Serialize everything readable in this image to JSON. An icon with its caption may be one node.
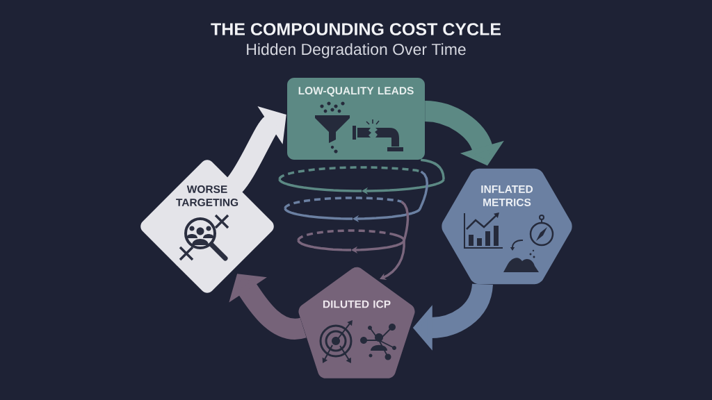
{
  "diagram": {
    "title": "THE COMPOUNDING COST CYCLE",
    "nodes": [
      {
        "text": [
          "LOW-QUALITY LEADS"
        ]
      },
      {
        "text": [
          "WORSE TARGETING"
        ]
      },
      {
        "text": [
          "INFLATED METRICS"
        ]
      },
      {
        "text": [
          "DILUTED ICP"
        ]
      }
    ],
    "edges": [
      {
        "from": 0,
        "to": 2,
        "arrow": "to",
        "color": "#5c8984"
      },
      {
        "from": 2,
        "to": 3,
        "arrow": "to",
        "color": "#6b80a2"
      },
      {
        "from": 3,
        "to": 1,
        "arrow": "to",
        "color": "#766379"
      },
      {
        "from": 1,
        "to": 0,
        "arrow": "to",
        "color": "#e4e4e9"
      },
      {
        "from": 0,
        "to": 3,
        "arrow": "to",
        "style": "dashed"
      }
    ],
    "labels": [
      "Hidden Degradation Over Time"
    ]
  }
}
